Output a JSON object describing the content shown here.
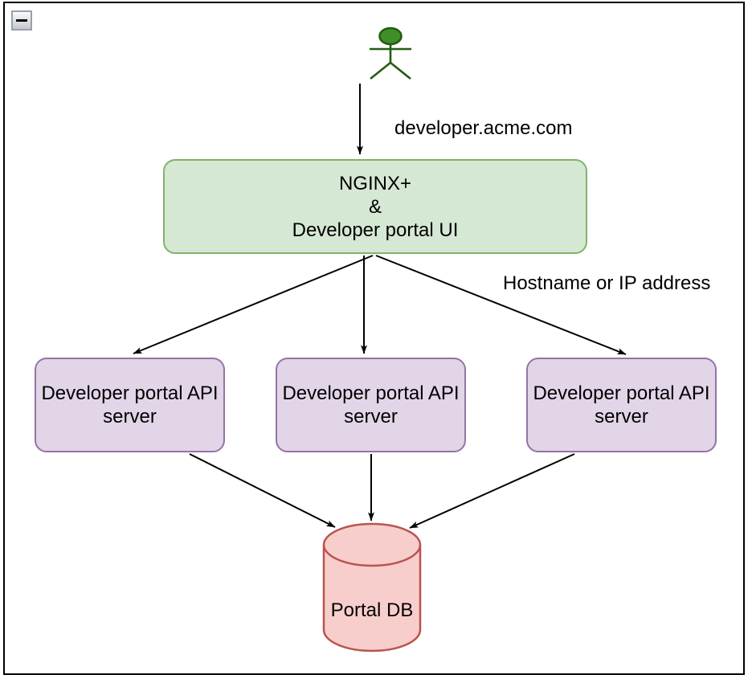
{
  "window": {
    "collapse_button": {
      "icon": "minus"
    }
  },
  "diagram": {
    "actor": {
      "shape": "stick-figure",
      "fill": "#3f8f29",
      "stroke": "#245c12"
    },
    "edge_labels": {
      "user_to_nginx": "developer.acme.com",
      "nginx_to_servers": "Hostname or IP address"
    },
    "nodes": {
      "nginx": {
        "label": "NGINX+\n&\nDeveloper portal UI",
        "fill": "#d5e8d4",
        "stroke": "#82b366"
      },
      "api_servers": [
        {
          "label": "Developer portal API\nserver",
          "fill": "#e1d5e7",
          "stroke": "#9673a6"
        },
        {
          "label": "Developer portal API\nserver",
          "fill": "#e1d5e7",
          "stroke": "#9673a6"
        },
        {
          "label": "Developer portal API\nserver",
          "fill": "#e1d5e7",
          "stroke": "#9673a6"
        }
      ],
      "portal_db": {
        "label": "Portal DB",
        "shape": "cylinder",
        "fill": "#f8cecc",
        "stroke": "#b85450"
      }
    },
    "arrow_color": "#000000"
  }
}
